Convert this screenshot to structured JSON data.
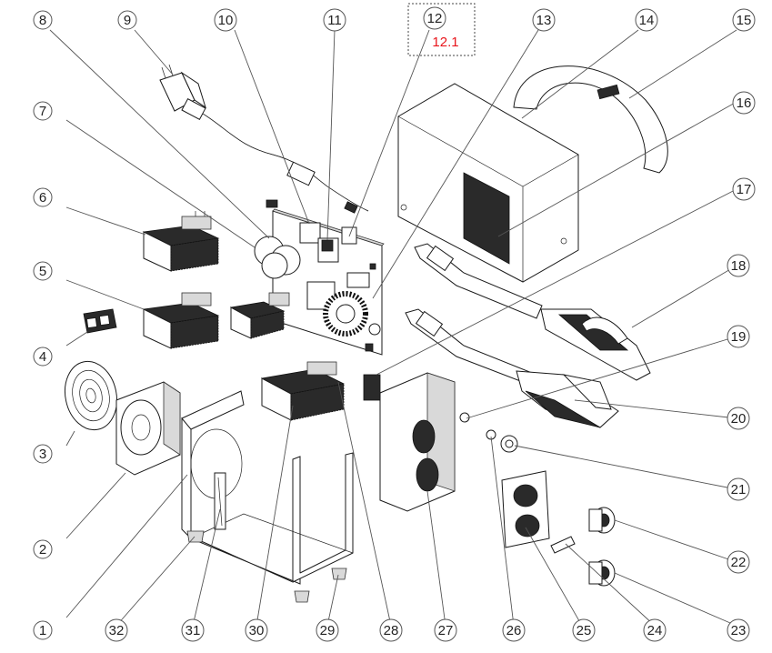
{
  "callouts": [
    {
      "id": "c1",
      "label": "1"
    },
    {
      "id": "c2",
      "label": "2"
    },
    {
      "id": "c3",
      "label": "3"
    },
    {
      "id": "c4",
      "label": "4"
    },
    {
      "id": "c5",
      "label": "5"
    },
    {
      "id": "c6",
      "label": "6"
    },
    {
      "id": "c7",
      "label": "7"
    },
    {
      "id": "c8",
      "label": "8"
    },
    {
      "id": "c9",
      "label": "9"
    },
    {
      "id": "c10",
      "label": "10"
    },
    {
      "id": "c11",
      "label": "11"
    },
    {
      "id": "c12",
      "label": "12"
    },
    {
      "id": "c13",
      "label": "13"
    },
    {
      "id": "c14",
      "label": "14"
    },
    {
      "id": "c15",
      "label": "15"
    },
    {
      "id": "c16",
      "label": "16"
    },
    {
      "id": "c17",
      "label": "17"
    },
    {
      "id": "c18",
      "label": "18"
    },
    {
      "id": "c19",
      "label": "19"
    },
    {
      "id": "c20",
      "label": "20"
    },
    {
      "id": "c21",
      "label": "21"
    },
    {
      "id": "c22",
      "label": "22"
    },
    {
      "id": "c23",
      "label": "23"
    },
    {
      "id": "c24",
      "label": "24"
    },
    {
      "id": "c25",
      "label": "25"
    },
    {
      "id": "c26",
      "label": "26"
    },
    {
      "id": "c27",
      "label": "27"
    },
    {
      "id": "c28",
      "label": "28"
    },
    {
      "id": "c29",
      "label": "29"
    },
    {
      "id": "c30",
      "label": "30"
    },
    {
      "id": "c31",
      "label": "31"
    },
    {
      "id": "c32",
      "label": "32"
    }
  ],
  "sub_label": "12.1",
  "colors": {
    "sub_label": "#e8151b",
    "line": "#555555"
  }
}
